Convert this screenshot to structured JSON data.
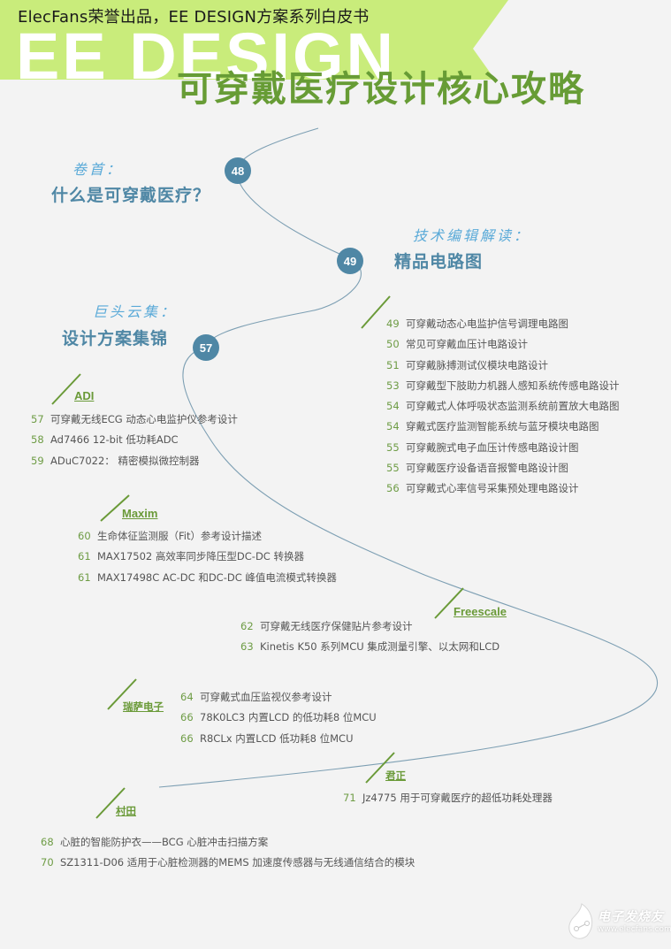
{
  "header": {
    "subtitle": "ElecFans荣誉出品，EE DESIGN方案系列白皮书",
    "big_text": "EE DESIGN",
    "title": "可穿戴医疗设计核心攻略"
  },
  "colors": {
    "banner_green": "#c9ec7b",
    "title_green": "#679c35",
    "badge_blue": "#4f87a5",
    "script_blue": "#5aaad8",
    "page_bg": "#f3f3f3"
  },
  "sections": [
    {
      "badge": "48",
      "script_label": "卷首：",
      "title": "什么是可穿戴医疗？"
    },
    {
      "badge": "49",
      "script_label": "技术编辑解读：",
      "title": "精品电路图"
    },
    {
      "badge": "57",
      "script_label": "巨头云集：",
      "title": "设计方案集锦"
    }
  ],
  "circuits": [
    {
      "num": "49",
      "text": "可穿戴动态心电监护信号调理电路图"
    },
    {
      "num": "50",
      "text": "常见可穿戴血压计电路设计"
    },
    {
      "num": "51",
      "text": "可穿戴脉搏测试仪模块电路设计"
    },
    {
      "num": "53",
      "text": "可穿戴型下肢助力机器人感知系统传感电路设计"
    },
    {
      "num": "54",
      "text": "可穿戴式人体呼吸状态监测系统前置放大电路图"
    },
    {
      "num": "54",
      "text": "穿戴式医疗监测智能系统与蓝牙模块电路图"
    },
    {
      "num": "55",
      "text": "可穿戴腕式电子血压计传感电路设计图"
    },
    {
      "num": "55",
      "text": "可穿戴医疗设备语音报警电路设计图"
    },
    {
      "num": "56",
      "text": "可穿戴式心率信号采集预处理电路设计"
    }
  ],
  "vendors": {
    "adi": {
      "name": "ADI",
      "items": [
        {
          "num": "57",
          "text": "可穿戴无线ECG 动态心电监护仪参考设计"
        },
        {
          "num": "58",
          "text": "Ad7466 12-bit 低功耗ADC"
        },
        {
          "num": "59",
          "text": "ADuC7022： 精密模拟微控制器"
        }
      ]
    },
    "maxim": {
      "name": "Maxim",
      "items": [
        {
          "num": "60",
          "text": "生命体征监测服（Fit）参考设计描述"
        },
        {
          "num": "61",
          "text": "MAX17502 高效率同步降压型DC-DC 转换器"
        },
        {
          "num": "61",
          "text": "MAX17498C AC-DC 和DC-DC 峰值电流模式转换器"
        }
      ]
    },
    "freescale": {
      "name": "Freescale",
      "items": [
        {
          "num": "62",
          "text": "可穿戴无线医疗保健贴片参考设计"
        },
        {
          "num": "63",
          "text": "Kinetis K50 系列MCU 集成测量引擎、以太网和LCD"
        }
      ]
    },
    "renesas": {
      "name": "瑞萨电子",
      "items": [
        {
          "num": "64",
          "text": "可穿戴式血压监视仪参考设计"
        },
        {
          "num": "66",
          "text": "78K0LC3 内置LCD 的低功耗8 位MCU"
        },
        {
          "num": "66",
          "text": "R8CLx 内置LCD 低功耗8 位MCU"
        }
      ]
    },
    "ingenic": {
      "name": "君正",
      "items": [
        {
          "num": "71",
          "text": "Jz4775 用于可穿戴医疗的超低功耗处理器"
        }
      ]
    },
    "murata": {
      "name": "村田",
      "items": [
        {
          "num": "68",
          "text": "心脏的智能防护衣——BCG 心脏冲击扫描方案"
        },
        {
          "num": "70",
          "text": "SZ1311-D06 适用于心脏检测器的MEMS 加速度传感器与无线通信结合的模块"
        }
      ]
    }
  },
  "watermark": {
    "line1": "电子发烧友",
    "line2": "www.elecfans.com"
  }
}
